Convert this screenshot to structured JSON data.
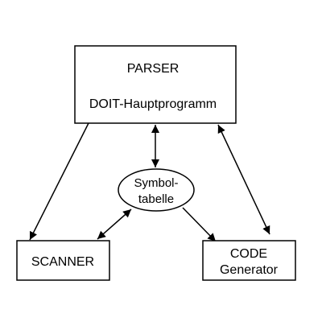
{
  "diagram": {
    "colors": {
      "line": "#000000",
      "fill": "#ffffff",
      "text": "#000000"
    },
    "nodes": {
      "parser": {
        "title": "PARSER",
        "subtitle": "DOIT-Hauptprogramm"
      },
      "symboltabelle": {
        "line1": "Symbol-",
        "line2": "tabelle"
      },
      "scanner": {
        "label": "SCANNER"
      },
      "codegen": {
        "line1": "CODE",
        "line2": "Generator"
      }
    },
    "edges": [
      {
        "from": "parser",
        "to": "scanner",
        "direction": "forward"
      },
      {
        "from": "parser",
        "to": "symboltabelle",
        "direction": "both"
      },
      {
        "from": "parser",
        "to": "codegen",
        "direction": "both"
      },
      {
        "from": "symboltabelle",
        "to": "scanner",
        "direction": "both"
      },
      {
        "from": "symboltabelle",
        "to": "codegen",
        "direction": "forward"
      }
    ]
  }
}
